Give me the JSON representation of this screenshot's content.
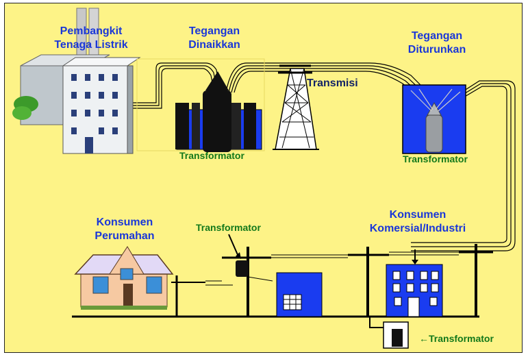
{
  "colors": {
    "background": "#fdf387",
    "label_blue": "#1a37d8",
    "label_green": "#12781a",
    "building_blue": "#1a3cf0",
    "transformer_black": "#111111"
  },
  "labels": {
    "power_plant": [
      "Pembangkit",
      "Tenaga Listrik"
    ],
    "step_up": [
      "Tegangan",
      "Dinaikkan"
    ],
    "step_down": [
      "Tegangan",
      "Diturunkan"
    ],
    "transmission": "Transmisi",
    "transformer_step_up": "Transformator",
    "transformer_step_down": "Transformator",
    "residential": [
      "Konsumen",
      "Perumahan"
    ],
    "commercial": [
      "Konsumen",
      "Komersial/Industri"
    ],
    "transformer_pole": "Transformator",
    "transformer_ground": "←Transformator"
  },
  "icons": [
    "power-plant-icon",
    "step-up-transformer-icon",
    "transmission-tower-icon",
    "step-down-transformer-icon",
    "house-icon",
    "small-building-icon",
    "commercial-building-icon",
    "utility-pole-icon",
    "pad-transformer-icon",
    "arrow-icon"
  ]
}
